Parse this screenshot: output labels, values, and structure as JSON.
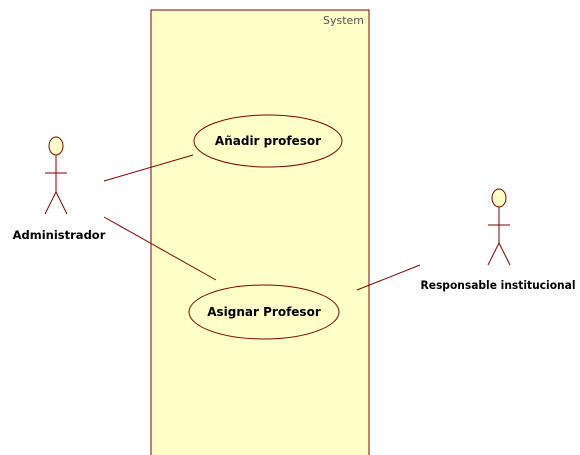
{
  "system": {
    "title": "System"
  },
  "use_cases": [
    {
      "id": "anadir",
      "label": "Añadir profesor"
    },
    {
      "id": "asignar",
      "label": "Asignar Profesor"
    }
  ],
  "actors": [
    {
      "id": "admin",
      "label": "Administrador"
    },
    {
      "id": "responsable",
      "label": "Responsable institucional"
    }
  ],
  "associations": [
    {
      "from": "admin",
      "to": "anadir"
    },
    {
      "from": "admin",
      "to": "asignar"
    },
    {
      "from": "responsable",
      "to": "asignar"
    }
  ],
  "colors": {
    "boundary_fill": "#ffffc8",
    "usecase_fill": "#ffffc8",
    "actor_head_fill": "#ffffc8",
    "stroke": "#800000"
  }
}
